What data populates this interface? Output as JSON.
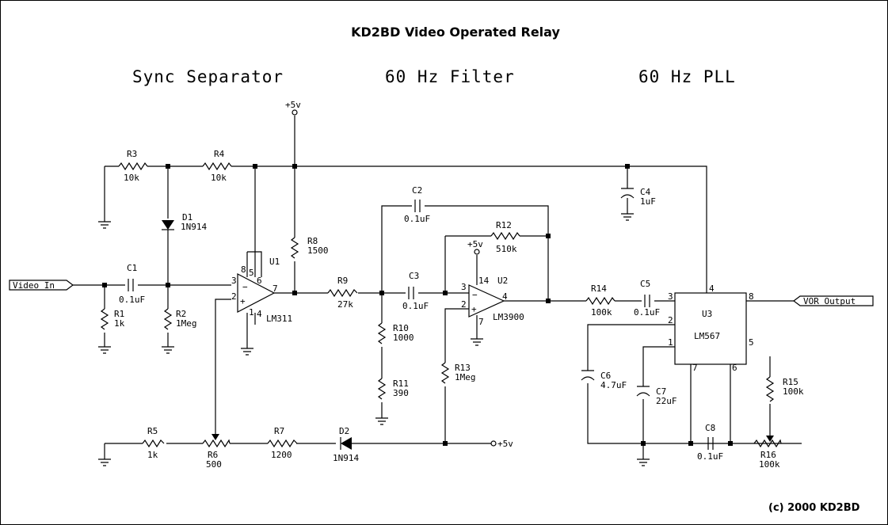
{
  "title": "KD2BD Video Operated Relay",
  "sections": {
    "sync": "Sync Separator",
    "filter": "60 Hz Filter",
    "pll": "60 Hz PLL"
  },
  "copyright": "(c) 2000 KD2BD",
  "ports": {
    "video_in": "Video In",
    "vor_output": "VOR Output"
  },
  "supply": "+5v",
  "components": {
    "R1": {
      "ref": "R1",
      "value": "1k"
    },
    "R2": {
      "ref": "R2",
      "value": "1Meg"
    },
    "R3": {
      "ref": "R3",
      "value": "10k"
    },
    "R4": {
      "ref": "R4",
      "value": "10k"
    },
    "R5": {
      "ref": "R5",
      "value": "1k"
    },
    "R6": {
      "ref": "R6",
      "value": "500"
    },
    "R7": {
      "ref": "R7",
      "value": "1200"
    },
    "R8": {
      "ref": "R8",
      "value": "1500"
    },
    "R9": {
      "ref": "R9",
      "value": "27k"
    },
    "R10": {
      "ref": "R10",
      "value": "1000"
    },
    "R11": {
      "ref": "R11",
      "value": "390"
    },
    "R12": {
      "ref": "R12",
      "value": "510k"
    },
    "R13": {
      "ref": "R13",
      "value": "1Meg"
    },
    "R14": {
      "ref": "R14",
      "value": "100k"
    },
    "R15": {
      "ref": "R15",
      "value": "100k"
    },
    "R16": {
      "ref": "R16",
      "value": "100k"
    },
    "C1": {
      "ref": "C1",
      "value": "0.1uF"
    },
    "C2": {
      "ref": "C2",
      "value": "0.1uF"
    },
    "C3": {
      "ref": "C3",
      "value": "0.1uF"
    },
    "C4": {
      "ref": "C4",
      "value": "1uF"
    },
    "C5": {
      "ref": "C5",
      "value": "0.1uF"
    },
    "C6": {
      "ref": "C6",
      "value": "4.7uF"
    },
    "C7": {
      "ref": "C7",
      "value": "22uF"
    },
    "C8": {
      "ref": "C8",
      "value": "0.1uF"
    },
    "D1": {
      "ref": "D1",
      "value": "1N914"
    },
    "D2": {
      "ref": "D2",
      "value": "1N914"
    },
    "U1": {
      "ref": "U1",
      "value": "LM311"
    },
    "U2": {
      "ref": "U2",
      "value": "LM3900"
    },
    "U3": {
      "ref": "U3",
      "value": "LM567"
    }
  },
  "pins": {
    "u1": [
      "8",
      "5",
      "6",
      "3",
      "2",
      "7",
      "4",
      "1"
    ],
    "u2": [
      "14",
      "3",
      "2",
      "4",
      "7"
    ],
    "u3": [
      "4",
      "3",
      "2",
      "1",
      "8",
      "7",
      "6",
      "5"
    ]
  }
}
